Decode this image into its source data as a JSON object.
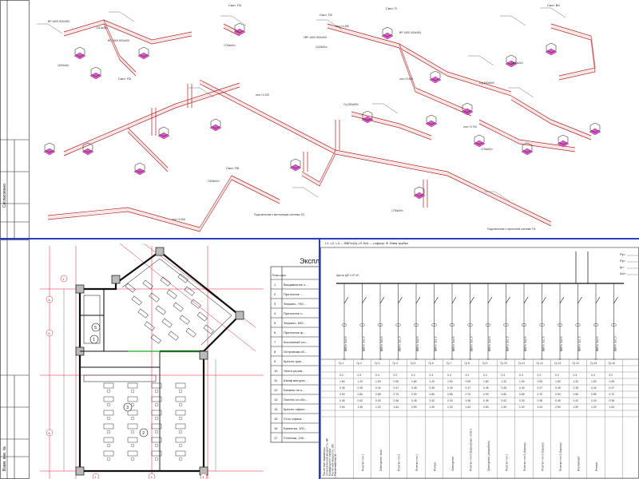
{
  "colors": {
    "divider": "#2a3fc4",
    "duct": "#b02020",
    "grill": "#d33cc8",
    "line": "#111111",
    "grid": "#d8d8d8"
  },
  "top_panel": {
    "system_labels": [
      "Сист. П4",
      "Сист. П",
      "Сист. П3",
      "Сист. П2",
      "Сист. В3",
      "Сист. П5"
    ],
    "grille_labels": [
      "ВР-1600 500х300",
      "ВР-1600 600х400",
      "2ВР-1600 500х400",
      "СЦ 600х600",
      "СЦ 500х500",
      "ВР-1500 400х300"
    ],
    "flow_labels": [
      "1100м3/ч",
      "1310м3/ч",
      "1700м3/ч",
      "1220м3/ч",
      "1600м3/ч",
      "1750м3/ч",
      "2300м3/ч",
      "1700м3/ч"
    ],
    "elevation_labels": [
      "отм.+4.250",
      "отм.+3.500",
      "отм.+2.200",
      "отм.+4.000",
      "отм.+3.700"
    ],
    "notes": [
      "Подключение к вентиляции системы П3",
      "Подключение к приточной системе П4"
    ]
  },
  "plan_panel": {
    "room_numbers": [
      "1",
      "2",
      "3",
      "5"
    ],
    "grid_marks": [
      "А",
      "Б",
      "В",
      "1",
      "2",
      "3",
      "4"
    ]
  },
  "explication": {
    "title": "Эксплик",
    "header": "Пози-ция",
    "rows": [
      {
        "n": "1",
        "t": "Выщивочное о..."
      },
      {
        "n": "2",
        "t": "Приточное ...."
      },
      {
        "n": "3",
        "t": "Зеркало, +00..."
      },
      {
        "n": "4",
        "t": "Приточное с..."
      },
      {
        "n": "5",
        "t": "Зеркало, 600..."
      },
      {
        "n": "6",
        "t": "Приточное ф..."
      },
      {
        "n": "7",
        "t": "Косольный сто..."
      },
      {
        "n": "8",
        "t": "Островная об..."
      },
      {
        "n": "9",
        "t": "Кресло груп..."
      },
      {
        "n": "10",
        "t": "Лента уплов..."
      },
      {
        "n": "11",
        "t": "Шкаф выгрузо..."
      },
      {
        "n": "12",
        "t": "Бахилы на о..."
      },
      {
        "n": "13",
        "t": "Полочь со сбо..."
      },
      {
        "n": "14",
        "t": "Кресло офисн..."
      },
      {
        "n": "15",
        "t": "Стол офиса..."
      },
      {
        "n": "16",
        "t": "Банкетка, 100..."
      },
      {
        "n": "17",
        "t": "Стеллаж, 100..."
      }
    ]
  },
  "electrical": {
    "header_line": "L1, L2, L3 — ВВГнг(А)-LS 5х4 — гофрир. Ф 16мм трубка",
    "panel_label": "Щиток ЩР-1 IP-40",
    "group_labels": [
      "Гр.1",
      "Гр.2",
      "Гр.3",
      "Гр.4",
      "Гр.5",
      "Гр.6",
      "Гр.7",
      "Гр.8",
      "Гр.9",
      "Гр.10",
      "Гр.11",
      "Гр.12",
      "Гр.13",
      "Гр.14",
      "Гр.15",
      "Гр.16"
    ],
    "cable_labels": [
      "ВВГнг 3х2.5",
      "ВВГнг 3х1.5"
    ],
    "row_titles": [
      "Расчетные параметры",
      "Установленная мощность, кВт",
      "Коэффициент спроса",
      "Расчетная мощность, кВт",
      "Расчетный ток, А"
    ],
    "consumer_labels": [
      "Розетки тип 1",
      "Освещение зала",
      "Розетки тип 2",
      "Розетки тип 1",
      "Резерв",
      "Освещение",
      "Розетки тип 2 (Барьерные, сплит)",
      "Освещение (аварийное)",
      "Розетки тип 1",
      "Розетки тип 2 (барьер)",
      "Розетки тип 3 (барьер)",
      "Розетки тип 3 (барьер)",
      "Рекламный",
      "Резерв"
    ],
    "values": [
      [
        "0.2",
        "1.80",
        "0.45",
        "0.90",
        "0.45",
        "2.50"
      ],
      [
        "0.3",
        "1.20",
        "0.35",
        "0.80",
        "0.42",
        "1.90"
      ],
      [
        "0.3",
        "1.50",
        "0.40",
        "0.85",
        "0.30",
        "1.20"
      ],
      [
        "0.2",
        "0.95",
        "0.47",
        "0.70",
        "0.36",
        "1.64"
      ]
    ],
    "sidebar_labels": [
      "Ру=",
      "Рр=",
      "Ip=",
      "ΔU="
    ]
  },
  "title_block": {
    "stamp_top": "Согласовано",
    "stamp_bottom": "Взам. инв. №"
  }
}
